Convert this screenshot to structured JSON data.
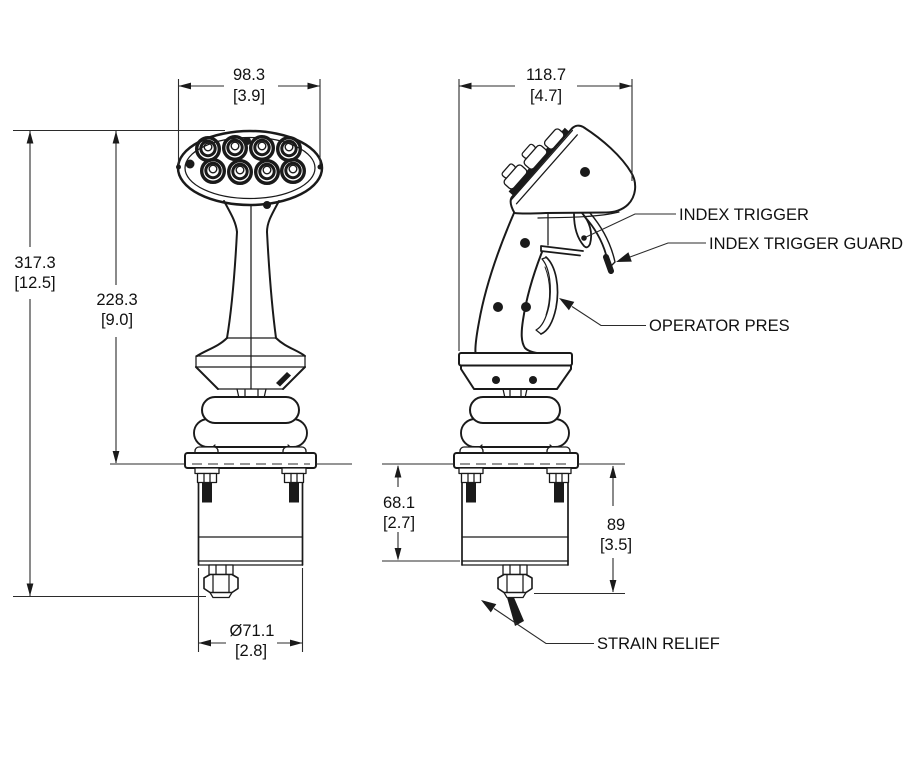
{
  "drawing": {
    "front_view": {
      "head_width_mm": "98.3",
      "head_width_in": "[3.9]",
      "overall_height_mm": "317.3",
      "overall_height_in": "[12.5]",
      "handle_height_mm": "228.3",
      "handle_height_in": "[9.0]",
      "base_diameter_mm": "Ø71.1",
      "base_diameter_in": "[2.8]"
    },
    "side_view": {
      "depth_mm": "118.7",
      "depth_in": "[4.7]",
      "body_below_panel_mm": "68.1",
      "body_below_panel_in": "[2.7]",
      "total_below_panel_mm": "89",
      "total_below_panel_in": "[3.5]"
    },
    "callouts": {
      "index_trigger": "INDEX TRIGGER",
      "index_trigger_guard": "INDEX TRIGGER GUARD",
      "operator_presence": "OPERATOR PRES",
      "strain_relief": "STRAIN RELIEF"
    },
    "colors": {
      "line": "#1a1a1a",
      "background": "#ffffff"
    }
  }
}
